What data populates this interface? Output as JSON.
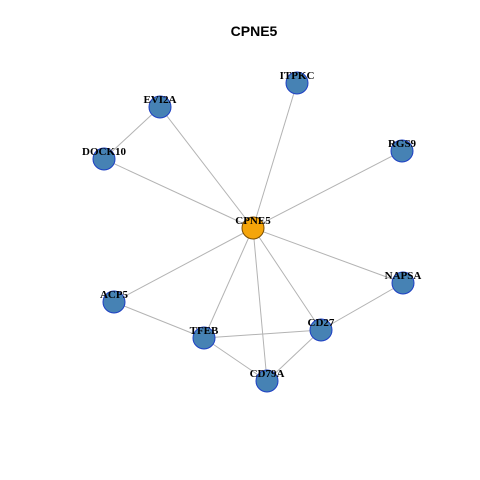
{
  "title": "CPNE5",
  "colors": {
    "hub_fill": "#f5a50a",
    "node_fill": "#4682b4",
    "node_stroke": "#1d3fc4",
    "hub_stroke": "#7a4d00",
    "edge": "#b3b3b3"
  },
  "nodes": [
    {
      "id": "CPNE5",
      "label": "CPNE5",
      "hub": true
    },
    {
      "id": "ITPKC",
      "label": "ITPKC"
    },
    {
      "id": "EVI2A",
      "label": "EVI2A"
    },
    {
      "id": "DOCK10",
      "label": "DOCK10"
    },
    {
      "id": "RGS9",
      "label": "RGS9"
    },
    {
      "id": "NAPSA",
      "label": "NAPSA"
    },
    {
      "id": "ACP5",
      "label": "ACP5"
    },
    {
      "id": "TFEB",
      "label": "TFEB"
    },
    {
      "id": "CD27",
      "label": "CD27"
    },
    {
      "id": "CD79A",
      "label": "CD79A"
    }
  ],
  "edges": [
    [
      "CPNE5",
      "ITPKC"
    ],
    [
      "CPNE5",
      "EVI2A"
    ],
    [
      "CPNE5",
      "DOCK10"
    ],
    [
      "CPNE5",
      "RGS9"
    ],
    [
      "CPNE5",
      "NAPSA"
    ],
    [
      "CPNE5",
      "ACP5"
    ],
    [
      "CPNE5",
      "TFEB"
    ],
    [
      "CPNE5",
      "CD27"
    ],
    [
      "CPNE5",
      "CD79A"
    ],
    [
      "EVI2A",
      "DOCK10"
    ],
    [
      "ACP5",
      "TFEB"
    ],
    [
      "TFEB",
      "CD27"
    ],
    [
      "TFEB",
      "CD79A"
    ],
    [
      "CD27",
      "CD79A"
    ],
    [
      "CD27",
      "NAPSA"
    ]
  ]
}
